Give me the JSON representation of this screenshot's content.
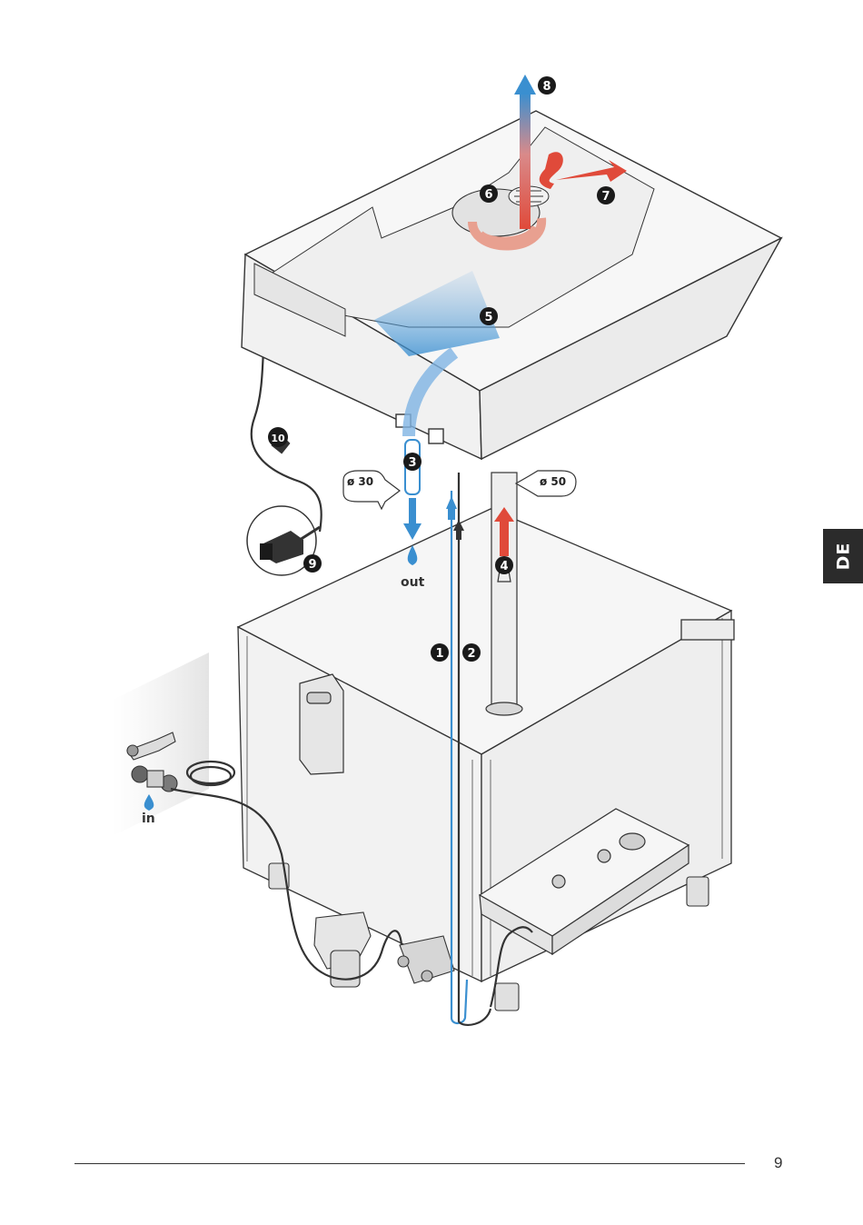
{
  "callouts": [
    {
      "id": "1",
      "label": "1"
    },
    {
      "id": "2",
      "label": "2"
    },
    {
      "id": "3",
      "label": "3"
    },
    {
      "id": "4",
      "label": "4"
    },
    {
      "id": "5",
      "label": "5"
    },
    {
      "id": "6",
      "label": "6"
    },
    {
      "id": "7",
      "label": "7"
    },
    {
      "id": "8",
      "label": "8"
    },
    {
      "id": "9",
      "label": "9"
    },
    {
      "id": "10",
      "label": "10"
    }
  ],
  "dimensions": {
    "drain_diameter": "ø 30",
    "chimney_diameter": "ø 50"
  },
  "flow_labels": {
    "water_out": "out",
    "water_in": "in"
  },
  "language_tab": "DE",
  "page_number": "9",
  "colors": {
    "water_blue": "#3a8fd0",
    "heat_red": "#e04a3a",
    "line": "#333333",
    "panel": "#f1f1f1",
    "tab_bg": "#2b2b2b"
  }
}
